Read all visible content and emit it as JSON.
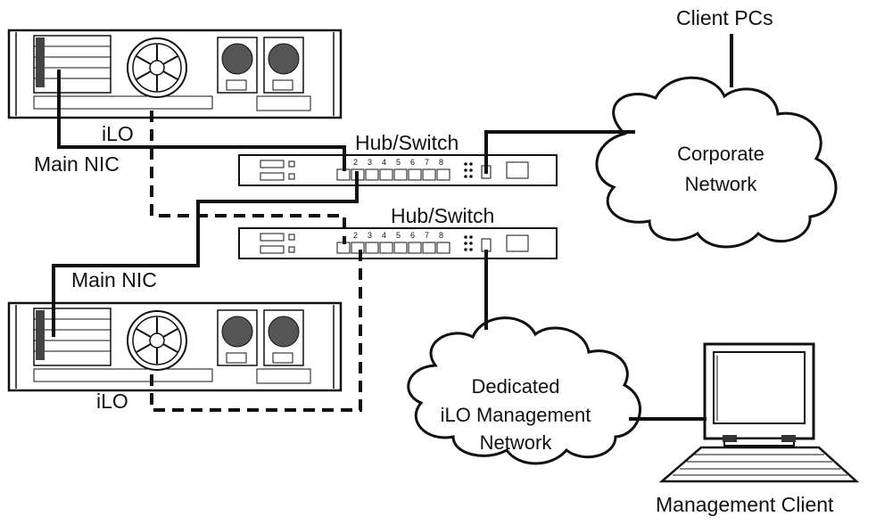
{
  "labels": {
    "client_pcs": "Client PCs",
    "ilo_top": "iLO",
    "main_nic_top": "Main NIC",
    "hub_switch_top": "Hub/Switch",
    "hub_switch_bottom": "Hub/Switch",
    "main_nic_bottom": "Main NIC",
    "ilo_bottom": "iLO",
    "management_client": "Management Client"
  },
  "corporate_network": {
    "line1": "Corporate",
    "line2": "Network"
  },
  "ilo_network": {
    "line1": "Dedicated",
    "line2": "iLO Management",
    "line3": "Network"
  },
  "switch_port_numbers": [
    "2",
    "3",
    "4",
    "5",
    "6",
    "7",
    "8"
  ],
  "icons": {
    "server": "rack-server-icon",
    "switch": "network-switch-icon",
    "cloud": "cloud-icon",
    "workstation": "desktop-computer-icon"
  }
}
